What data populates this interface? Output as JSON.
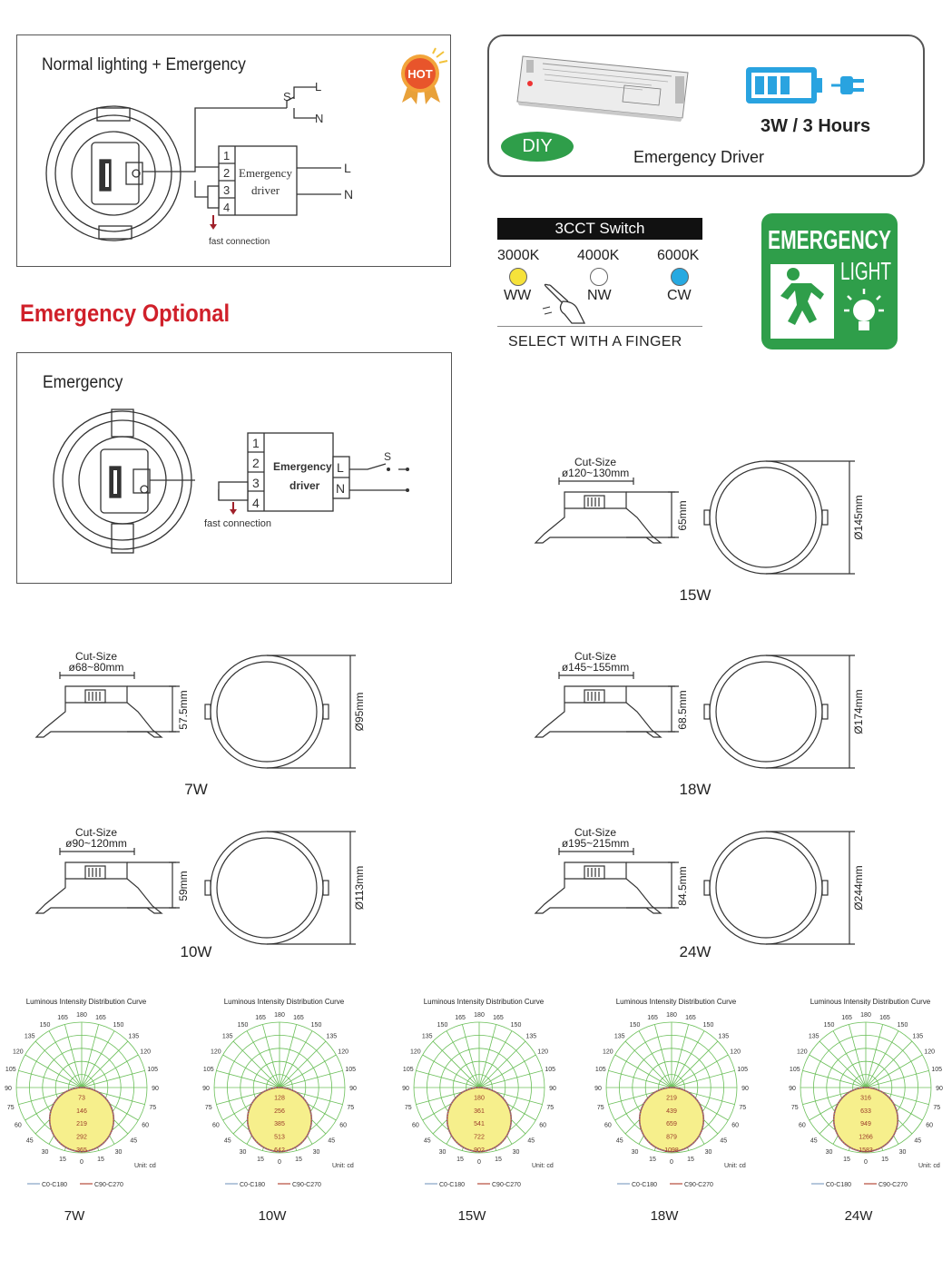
{
  "wiring_normal": {
    "title": "Normal lighting + Emergency",
    "badge": "HOT",
    "switch_s": "S",
    "line_l": "L",
    "line_n": "N",
    "terminals": [
      "1",
      "2",
      "3",
      "4"
    ],
    "driver_label_1": "Emergency",
    "driver_label_2": "driver",
    "fast_connection": "fast connection"
  },
  "optional_title": "Emergency Optional",
  "wiring_emergency": {
    "title": "Emergency",
    "terminals": [
      "1",
      "2",
      "3",
      "4"
    ],
    "driver_label_1": "Emergency",
    "driver_label_2": "driver",
    "line_l": "L",
    "line_n": "N",
    "switch_s": "S",
    "fast_connection": "fast connection"
  },
  "driver_card": {
    "diy": "DIY",
    "caption": "Emergency Driver",
    "spec": "3W / 3 Hours"
  },
  "cct": {
    "title": "3CCT Switch",
    "options": [
      {
        "temp": "3000K",
        "code": "WW",
        "color": "#f6e23a"
      },
      {
        "temp": "4000K",
        "code": "NW",
        "color": "#ffffff"
      },
      {
        "temp": "6000K",
        "code": "CW",
        "color": "#27a9e1"
      }
    ],
    "instruction": "SELECT WITH A FINGER"
  },
  "emergency_sign": {
    "line1": "EMERGENCY",
    "line2": "LIGHT",
    "color": "#2f9e4a"
  },
  "products": [
    {
      "watt": "15W",
      "cut_label": "Cut-Size",
      "cut": "ø120~130mm",
      "height": "65mm",
      "diameter": "Ø145mm"
    },
    {
      "watt": "7W",
      "cut_label": "Cut-Size",
      "cut": "ø68~80mm",
      "height": "57.5mm",
      "diameter": "Ø95mm"
    },
    {
      "watt": "18W",
      "cut_label": "Cut-Size",
      "cut": "ø145~155mm",
      "height": "68.5mm",
      "diameter": "Ø174mm"
    },
    {
      "watt": "10W",
      "cut_label": "Cut-Size",
      "cut": "ø90~120mm",
      "height": "59mm",
      "diameter": "Ø113mm"
    },
    {
      "watt": "24W",
      "cut_label": "Cut-Size",
      "cut": "ø195~215mm",
      "height": "84.5mm",
      "diameter": "Ø244mm"
    }
  ],
  "polar": {
    "title": "Luminous Intensity Distribution Curve",
    "angles_left": [
      "180",
      "165",
      "150",
      "135",
      "120",
      "105",
      "90",
      "75",
      "60",
      "45",
      "30",
      "15"
    ],
    "angles_right": [
      "165",
      "150",
      "135",
      "120",
      "105",
      "90",
      "75",
      "60",
      "45",
      "30",
      "15"
    ],
    "bottom_angle": "0",
    "unit": "Unit: cd",
    "legend_c0": "C0-C180",
    "legend_c90": "C90-C270",
    "charts": [
      {
        "watt": "7W",
        "values": [
          "73",
          "146",
          "219",
          "292",
          "365"
        ]
      },
      {
        "watt": "10W",
        "values": [
          "128",
          "256",
          "385",
          "513",
          "642"
        ]
      },
      {
        "watt": "15W",
        "values": [
          "180",
          "361",
          "541",
          "722",
          "902"
        ]
      },
      {
        "watt": "18W",
        "values": [
          "219",
          "439",
          "659",
          "879",
          "1098"
        ]
      },
      {
        "watt": "24W",
        "values": [
          "316",
          "633",
          "949",
          "1266",
          "1583"
        ]
      }
    ]
  }
}
